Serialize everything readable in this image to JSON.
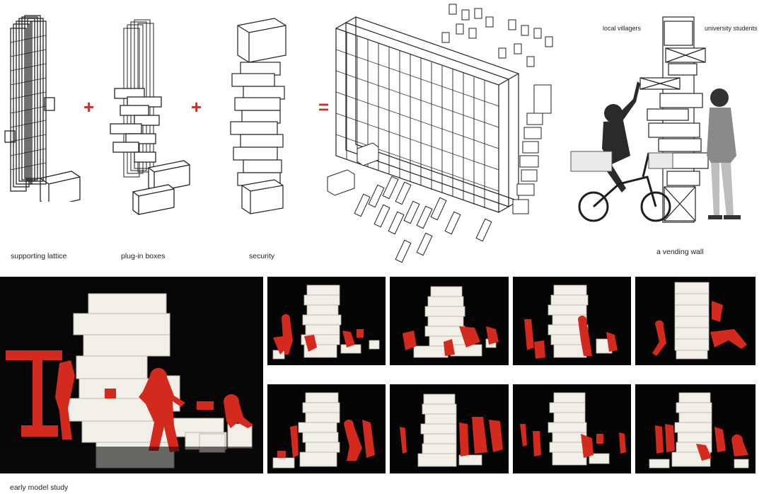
{
  "captions": {
    "supporting_lattice": "supporting lattice",
    "plug_in_boxes": "plug-in boxes",
    "security": "security",
    "vending_wall": "a vending wall",
    "local_villagers": "local villagers",
    "university_students": "university students",
    "early_model_study": "early model study"
  },
  "operators": {
    "plus_1": "+",
    "plus_2": "+",
    "equals": "="
  },
  "colors": {
    "accent_red": "#c8322b",
    "figure_red": "#d42a1e",
    "foam_white": "#f1efe8",
    "background_black": "#050505"
  }
}
